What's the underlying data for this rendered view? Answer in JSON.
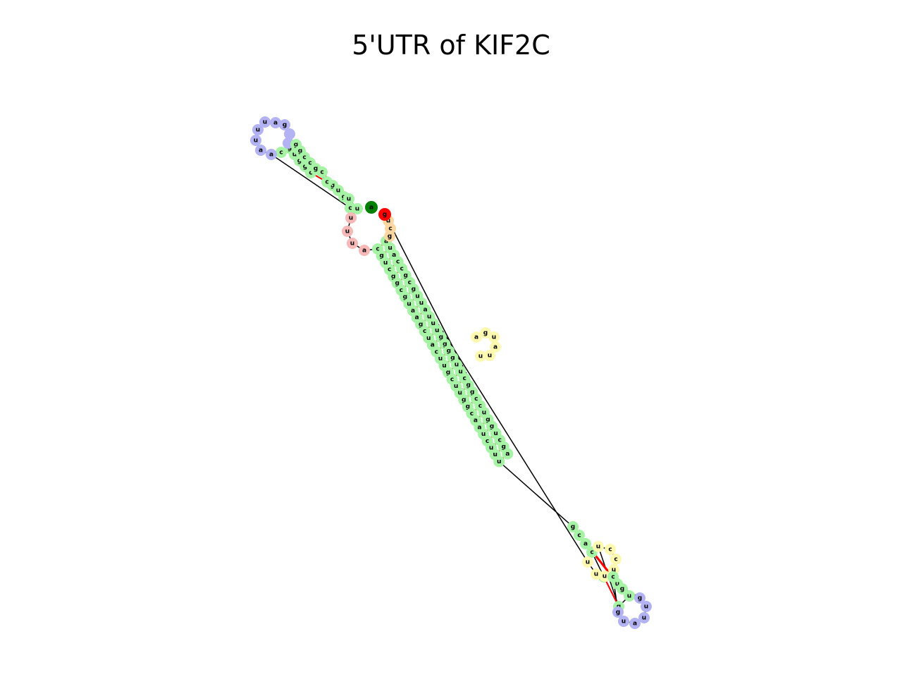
{
  "title": "5'UTR of KIF2C",
  "colors": {
    "stem": "#a6f3a6",
    "hairpin_loop": "#b3b3f3",
    "interior_loop": "#fdf9b0",
    "multiloop": "#f7b8b8",
    "unpaired_end": "#fcd7a1",
    "five_prime": "#008000",
    "three_prime": "#ff0000",
    "base_pair_line": "#ff0000",
    "backbone": "#000000"
  },
  "structure": {
    "five_prime_end": "a",
    "three_prime_end": "g",
    "top_arm_5": [
      "c",
      "g",
      "u",
      "g",
      "g",
      "c",
      "c",
      "g",
      "g",
      "c"
    ],
    "hairpin_1_loop": [
      "a",
      "a",
      "u",
      "u",
      "u",
      "a",
      "g"
    ],
    "top_arm_3": [
      "g",
      "g",
      "c",
      "c",
      "g",
      "c",
      "u",
      "u",
      "u",
      "c"
    ],
    "multiloop": [
      "u",
      "u",
      "u",
      "a"
    ],
    "unpaired_3": [
      "u",
      "c",
      "g"
    ],
    "long_stem_5": [
      "c",
      "g",
      "u",
      "c",
      "g",
      "g",
      "c",
      "g",
      "u",
      "a",
      "a",
      "g",
      "c",
      "u",
      "a",
      "c",
      "u",
      "u",
      "g",
      "c",
      "u",
      "u",
      "g",
      "g",
      "c",
      "a",
      "a",
      "u",
      "c",
      "u",
      "u",
      "u"
    ],
    "bulge_loop": [
      "a",
      "g",
      "u",
      "a",
      "u",
      "u"
    ],
    "long_stem_3": [
      "a",
      "u",
      "a",
      "c",
      "c",
      "g",
      "c",
      "g",
      "u",
      "u",
      "a",
      "u",
      "u",
      "u",
      "g",
      "g",
      "g",
      "g",
      "u",
      "u",
      "c",
      "g",
      "g",
      "c",
      "c",
      "u",
      "g",
      "g",
      "u",
      "c",
      "g",
      "a"
    ],
    "inner_stem_5": [
      "g",
      "c",
      "a",
      "c",
      "g"
    ],
    "interior_loop_2": [
      "u",
      "c",
      "c",
      "u",
      "u",
      "u",
      "u"
    ],
    "inner_stem_3": [
      "c",
      "u",
      "g",
      "u",
      "g"
    ],
    "hairpin_2_loop": [
      "g",
      "u",
      "u",
      "a",
      "u",
      "g"
    ]
  }
}
